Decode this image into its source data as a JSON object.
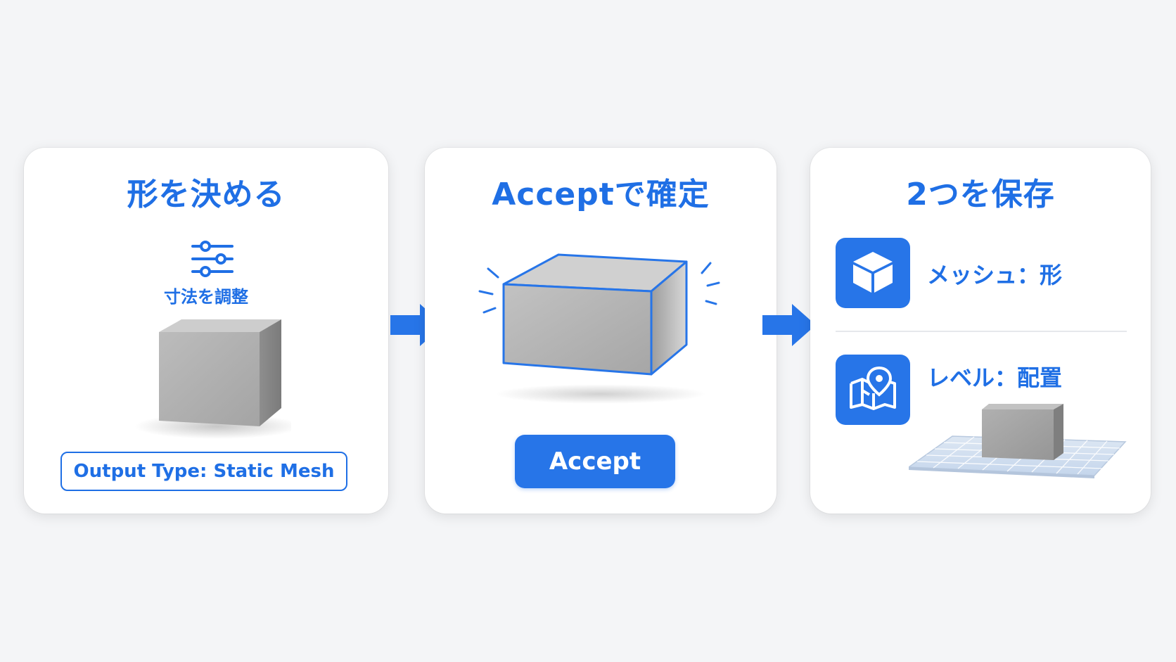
{
  "steps": [
    {
      "title": "形を決める",
      "dimension_label": "寸法を調整",
      "output_type_label": "Output Type: Static Mesh",
      "icons": [
        "sliders-icon"
      ]
    },
    {
      "title": "Acceptで確定",
      "button_label": "Accept"
    },
    {
      "title": "2つを保存",
      "items": [
        {
          "label": "メッシュ：形",
          "icon": "cube-icon"
        },
        {
          "label": "レベル：配置",
          "icon": "map-pin-icon"
        }
      ]
    }
  ],
  "colors": {
    "accent": "#1f6fe5",
    "button": "#2775e8",
    "background": "#f4f5f7",
    "card": "#ffffff",
    "box_gray": "#b3b3b3"
  }
}
